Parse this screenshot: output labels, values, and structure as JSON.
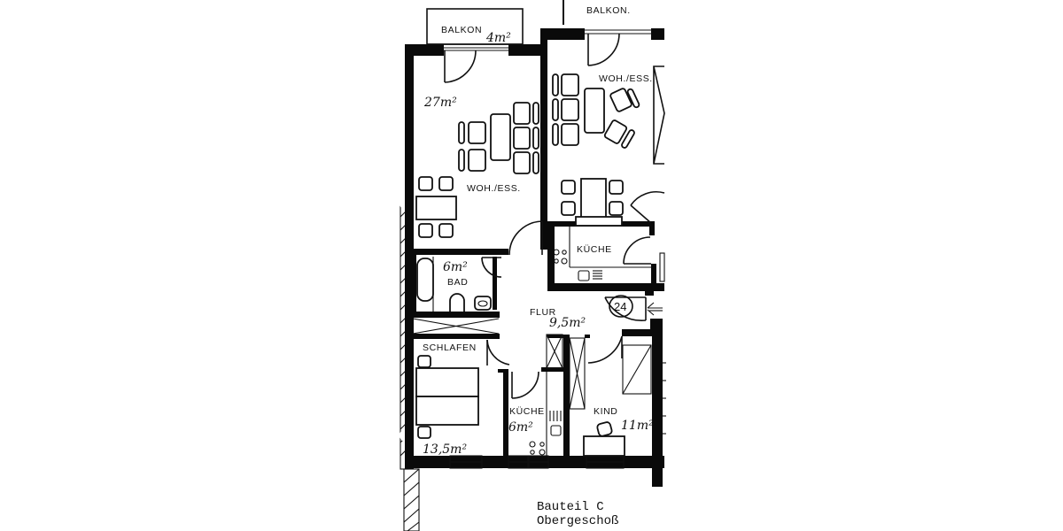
{
  "drawing": {
    "type": "floor plan",
    "caption": {
      "line1": "Bauteil C",
      "line2": "Obergeschoß"
    }
  },
  "apartment_main": {
    "rooms": {
      "balkon": {
        "label": "BALKON",
        "area": "4m²"
      },
      "wohen_essen": {
        "label": "WOH./ESS.",
        "area": "27m²"
      },
      "bad": {
        "label": "BAD",
        "area": "6m²"
      },
      "flur": {
        "label": "FLUR",
        "area": "9,5m²"
      },
      "schlafen": {
        "label": "SCHLAFEN",
        "area": "13,5m²"
      },
      "kueche": {
        "label": "KÜCHE",
        "area": "6m²"
      },
      "kind": {
        "label": "KIND",
        "area": "11m²"
      }
    }
  },
  "apartment_neighbor": {
    "rooms": {
      "balkon": {
        "label": "BALKON."
      },
      "wohen_essen": {
        "label": "WOH./ESS."
      },
      "kueche": {
        "label": "KÜCHE"
      }
    }
  },
  "entrance": {
    "unit_number": "24",
    "arrow": "entrance-arrow"
  },
  "colors": {
    "ink": "#0a0a0a",
    "paper": "#ffffff"
  }
}
